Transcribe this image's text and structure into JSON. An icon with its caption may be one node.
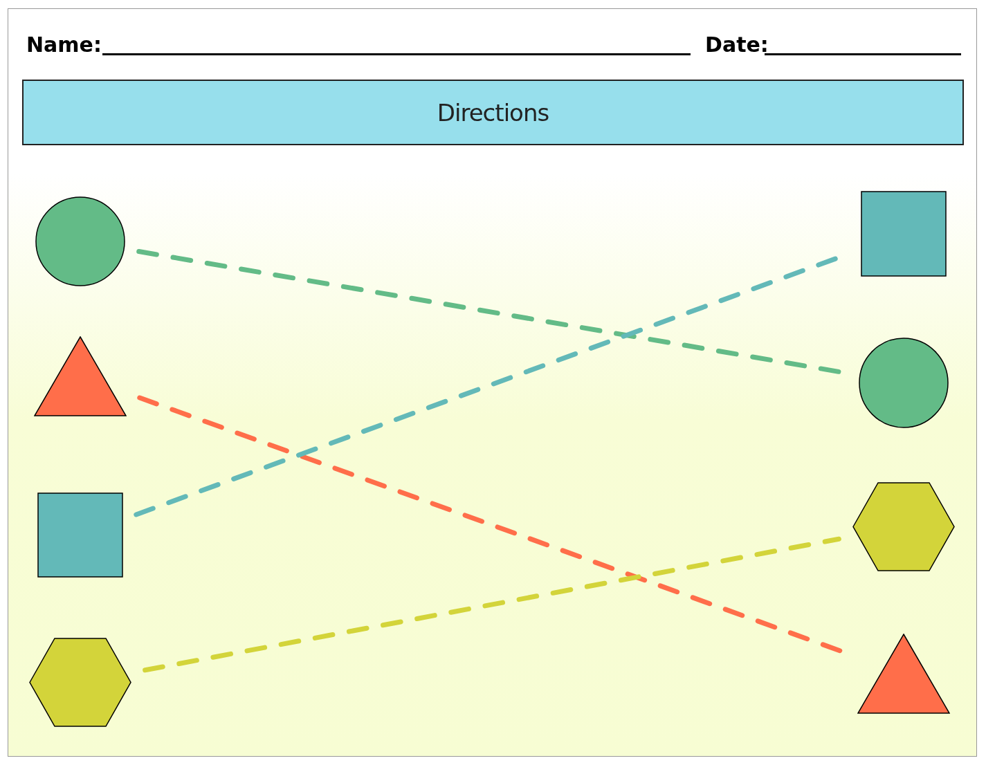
{
  "diagram": {
    "nodes": [
      {
        "text": [
          "Directions"
        ]
      },
      {
        "text": [],
        "shape": "circle"
      },
      {
        "text": [],
        "shape": "triangle"
      },
      {
        "text": [],
        "shape": "box"
      },
      {
        "text": [],
        "shape": "hexagon"
      },
      {
        "text": [],
        "shape": "box"
      },
      {
        "text": [],
        "shape": "circle"
      },
      {
        "text": [],
        "shape": "hexagon"
      },
      {
        "text": [],
        "shape": "triangle"
      }
    ],
    "edges": [
      {
        "from": 1,
        "to": 6,
        "arrow": "none",
        "style": "dashed",
        "color": "#63bb87"
      },
      {
        "from": 2,
        "to": 8,
        "arrow": "none",
        "style": "dashed",
        "color": "#ff6e4a"
      },
      {
        "from": 3,
        "to": 5,
        "arrow": "none",
        "style": "dashed",
        "color": "#63b9b8"
      },
      {
        "from": 4,
        "to": 7,
        "arrow": "none",
        "style": "dashed",
        "color": "#d3d43a"
      }
    ],
    "labels": [
      "Name:",
      "Date:"
    ]
  }
}
